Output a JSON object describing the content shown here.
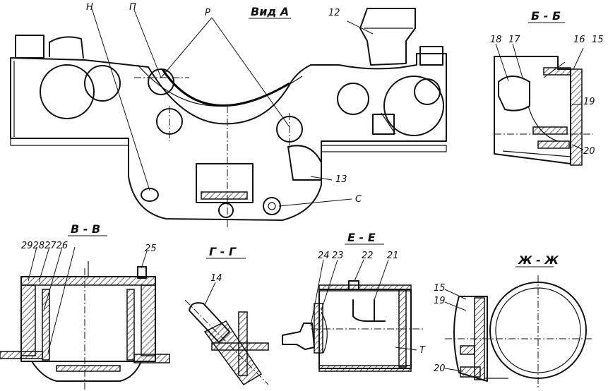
{
  "views": {
    "main": {
      "title": "Вид А",
      "labels": {
        "n": "Н",
        "p": "П",
        "r": "Р",
        "c": "С",
        "n12": "12",
        "n13": "13"
      }
    },
    "bb": {
      "title": "Б - Б",
      "labels": {
        "n15": "15",
        "n16": "16",
        "n17": "17",
        "n18": "18",
        "n19": "19",
        "n20": "20"
      }
    },
    "vv": {
      "title": "В - В",
      "labels": {
        "n29282726": "29282726",
        "n25": "25"
      }
    },
    "gg": {
      "title": "Г - Г",
      "labels": {
        "n14": "14"
      }
    },
    "ee": {
      "title": "Е - Е",
      "labels": {
        "n24": "24",
        "n23": "23",
        "n22": "22",
        "n21": "21",
        "t": "Т"
      }
    },
    "zz": {
      "title": "Ж - Ж",
      "labels": {
        "n15": "15",
        "n19": "19",
        "n20": "20"
      }
    }
  }
}
